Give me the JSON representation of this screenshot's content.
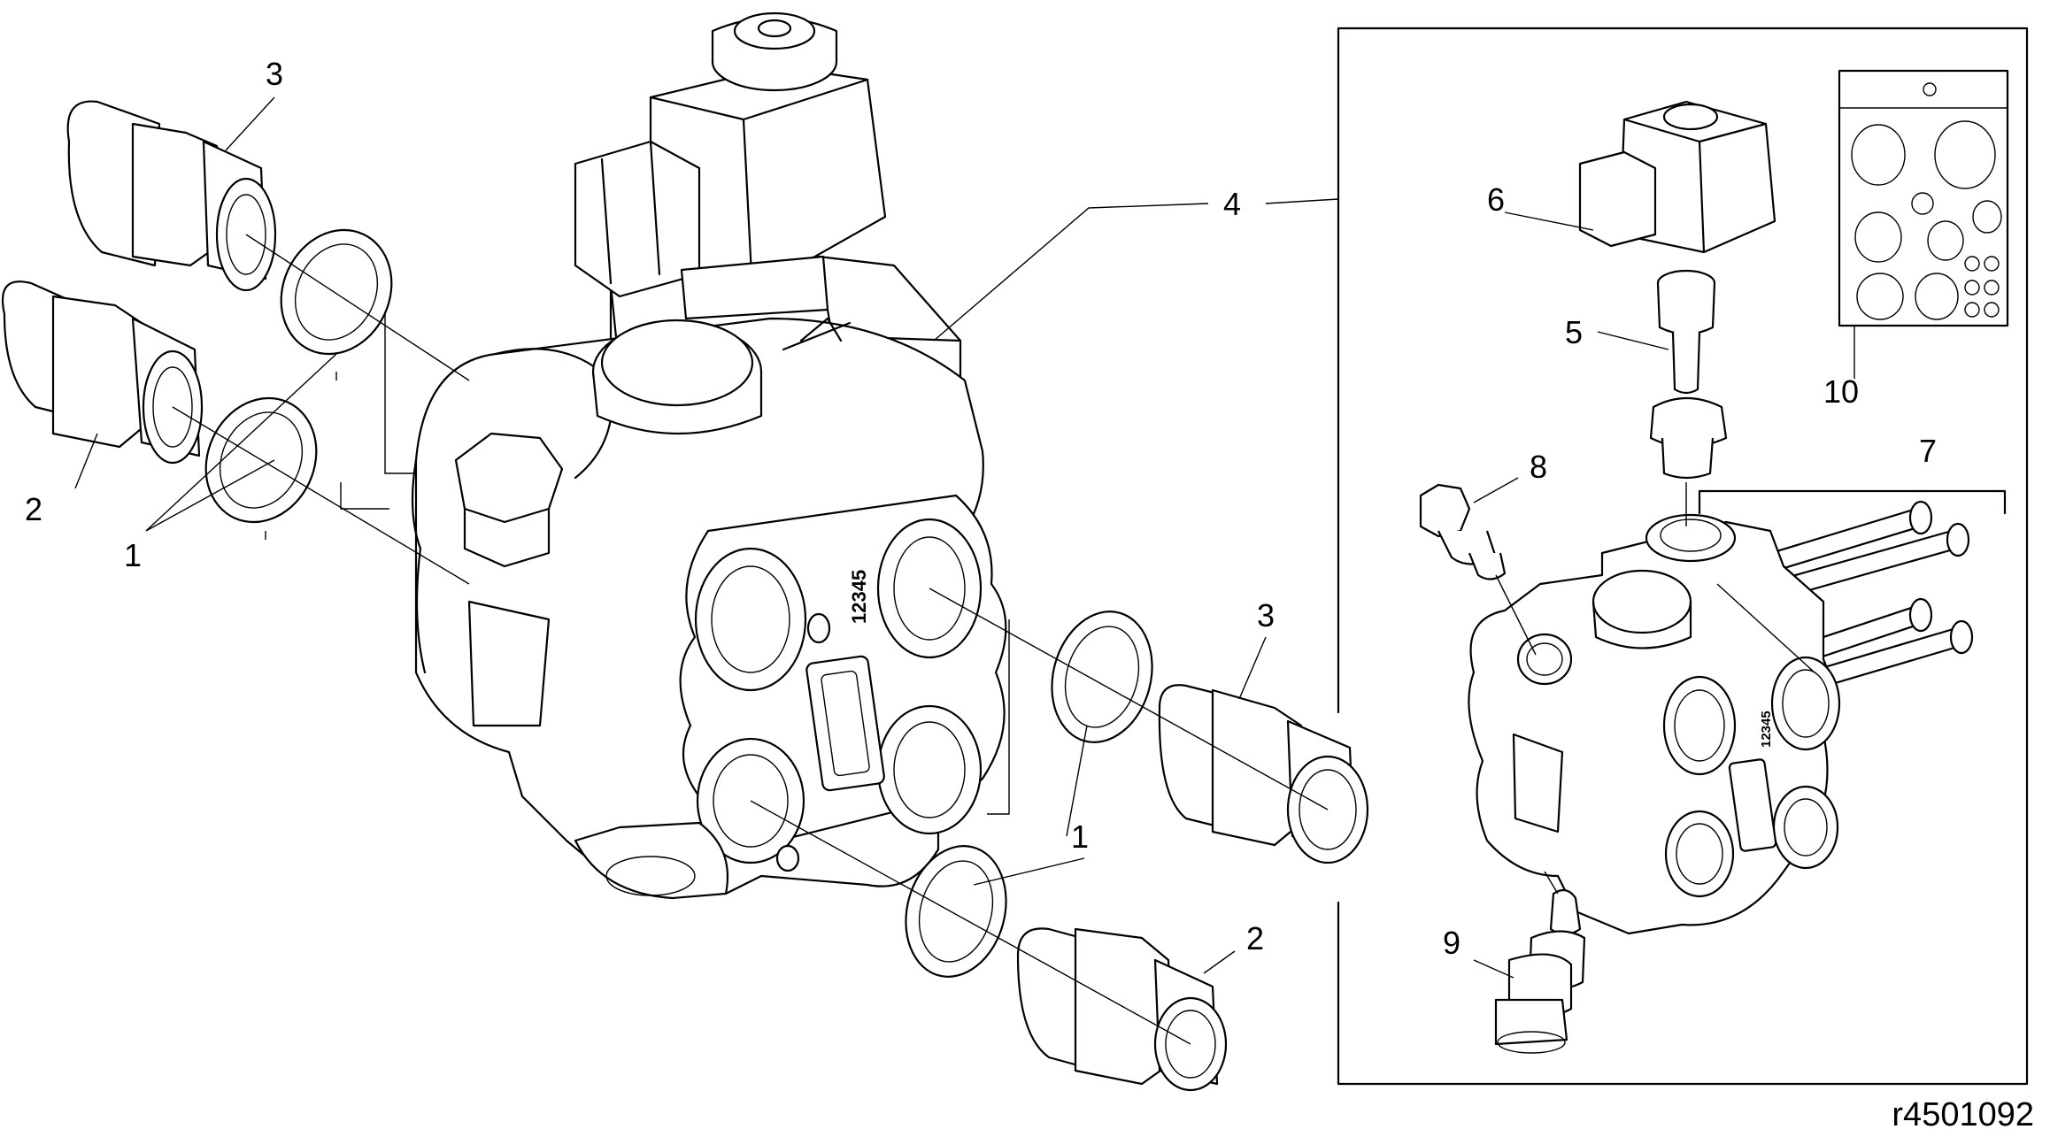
{
  "diagram": {
    "callouts": {
      "left_3": "3",
      "left_2": "2",
      "left_1": "1",
      "center_4": "4",
      "mid_3": "3",
      "mid_1": "1",
      "mid_2": "2",
      "kit_6": "6",
      "kit_5": "5",
      "kit_10": "10",
      "kit_8": "8",
      "kit_7": "7",
      "kit_9": "9"
    },
    "valve_stamp": "12345",
    "kit_valve_stamp": "12345",
    "reference_code": "r4501092"
  }
}
